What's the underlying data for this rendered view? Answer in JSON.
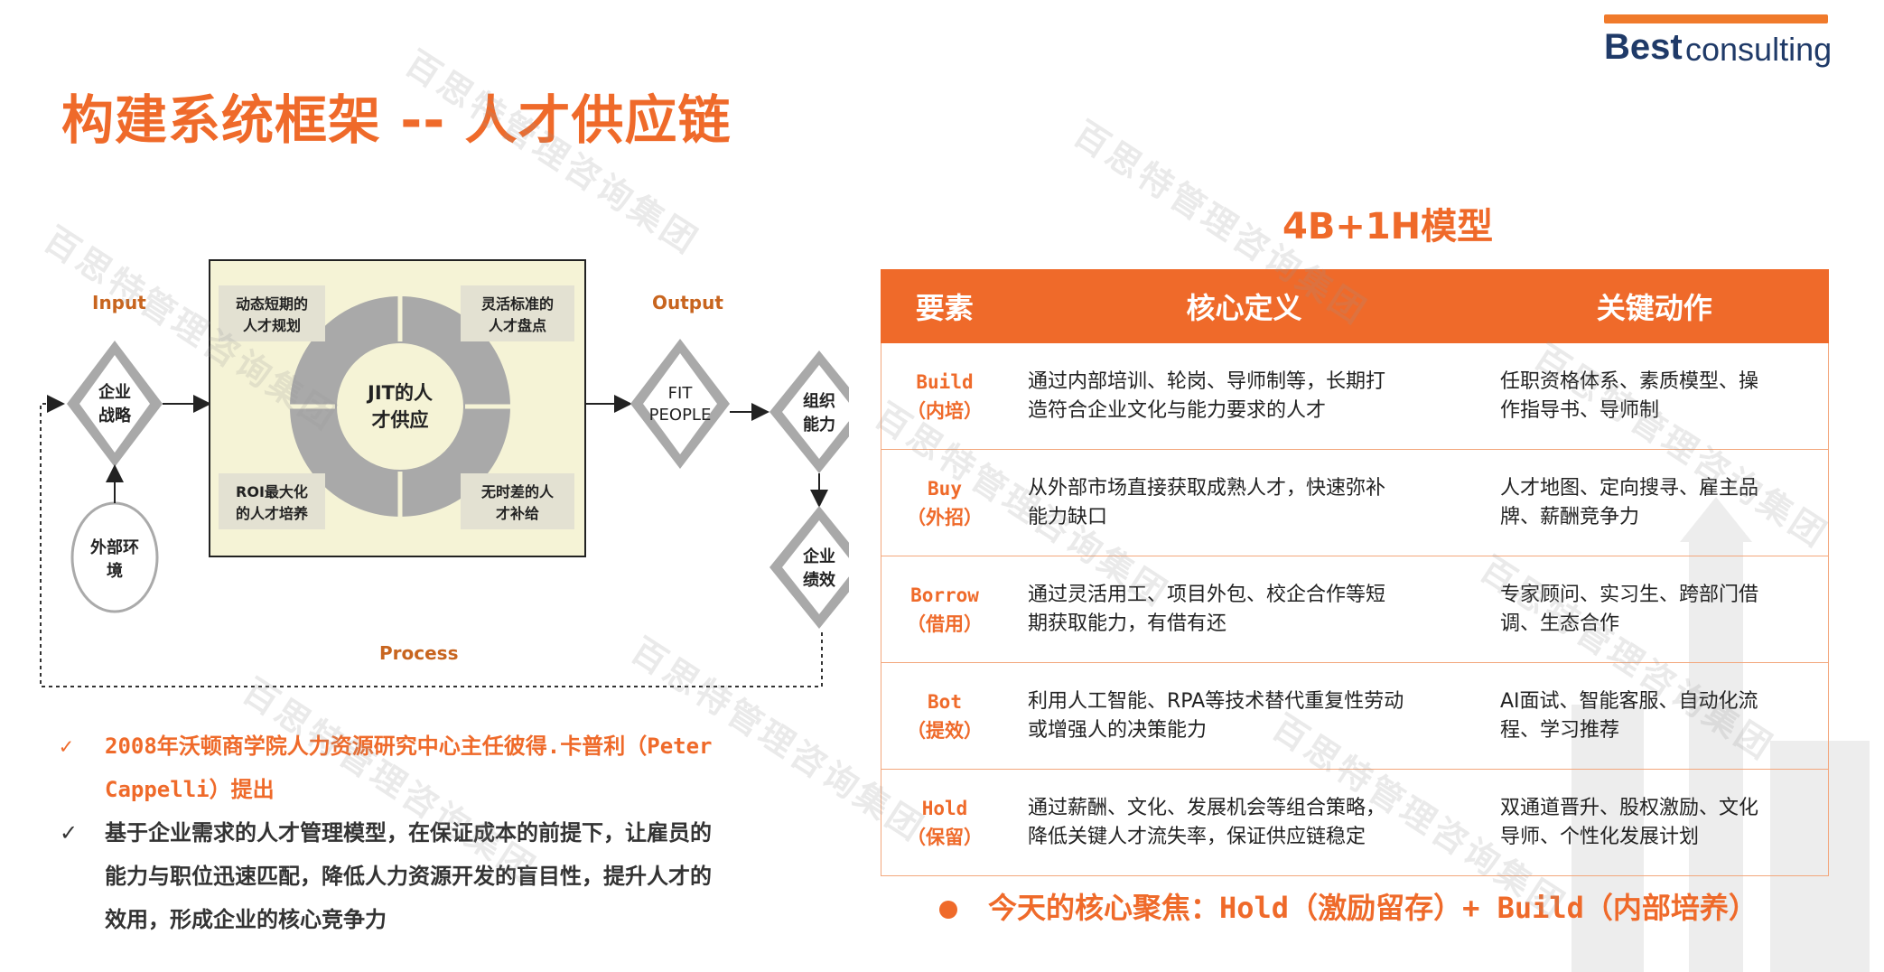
{
  "brand": {
    "best": "Best",
    "consulting": "consulting"
  },
  "title": "构建系统框架 -- 人才供应链",
  "watermark": "百思特管理咨询集团",
  "diagram": {
    "input_label": "Input",
    "output_label": "Output",
    "process_label": "Process",
    "strategy": [
      "企业",
      "战略"
    ],
    "environment": [
      "外部环",
      "境"
    ],
    "jit": [
      "JIT的人",
      "才供应"
    ],
    "box_top_left": [
      "动态短期的",
      "人才规划"
    ],
    "box_top_right": [
      "灵活标准的",
      "人才盘点"
    ],
    "box_bottom_left": [
      "ROI最大化",
      "的人才培养"
    ],
    "box_bottom_right": [
      "无时差的人",
      "才补给"
    ],
    "fit": [
      "FIT",
      "PEOPLE"
    ],
    "org_ability": [
      "组织",
      "能力"
    ],
    "performance": [
      "企业",
      "绩效"
    ]
  },
  "model_title": "4B+1H模型",
  "table": {
    "headers": [
      "要素",
      "核心定义",
      "关键动作"
    ],
    "rows": [
      {
        "name": "Build",
        "cn": "（内培）",
        "def": [
          "通过内部培训、轮岗、导师制等，长期打",
          "造符合企业文化与能力要求的人才"
        ],
        "act": [
          "任职资格体系、素质模型、操",
          "作指导书、导师制"
        ]
      },
      {
        "name": "Buy",
        "cn": "（外招）",
        "def": [
          "从外部市场直接获取成熟人才，快速弥补",
          "能力缺口"
        ],
        "act": [
          "人才地图、定向搜寻、雇主品",
          "牌、薪酬竞争力"
        ]
      },
      {
        "name": "Borrow",
        "cn": "（借用）",
        "def": [
          "通过灵活用工、项目外包、校企合作等短",
          "期获取能力，有借有还"
        ],
        "act": [
          "专家顾问、实习生、跨部门借",
          "调、生态合作"
        ]
      },
      {
        "name": "Bot",
        "cn": "（提效）",
        "def": [
          "利用人工智能、RPA等技术替代重复性劳动",
          "或增强人的决策能力"
        ],
        "act": [
          "AI面试、智能客服、自动化流",
          "程、学习推荐"
        ]
      },
      {
        "name": "Hold",
        "cn": "（保留）",
        "def": [
          "通过薪酬、文化、发展机会等组合策略，",
          "降低关键人才流失率，保证供应链稳定"
        ],
        "act": [
          "双通道晋升、股权激励、文化",
          "导师、个性化发展计划"
        ]
      }
    ]
  },
  "bullets": [
    {
      "check": "✓",
      "lines": [
        "2008年沃顿商学院人力资源研究中心主任彼得.卡普利（Peter",
        "Cappelli）提出"
      ]
    },
    {
      "check": "✓",
      "lines": [
        "基于企业需求的人才管理模型，在保证成本的前提下，让雇员的",
        "能力与职位迅速匹配，降低人力资源开发的盲目性，提升人才的",
        "效用，形成企业的核心竞争力"
      ]
    }
  ],
  "focus": "今天的核心聚焦：Hold（激励留存）+ Build（内部培养）",
  "colors": {
    "accent": "#ef6a2a",
    "navy": "#1f3a68",
    "box": "#f5f3d6",
    "grey": "#a9a9a9"
  }
}
